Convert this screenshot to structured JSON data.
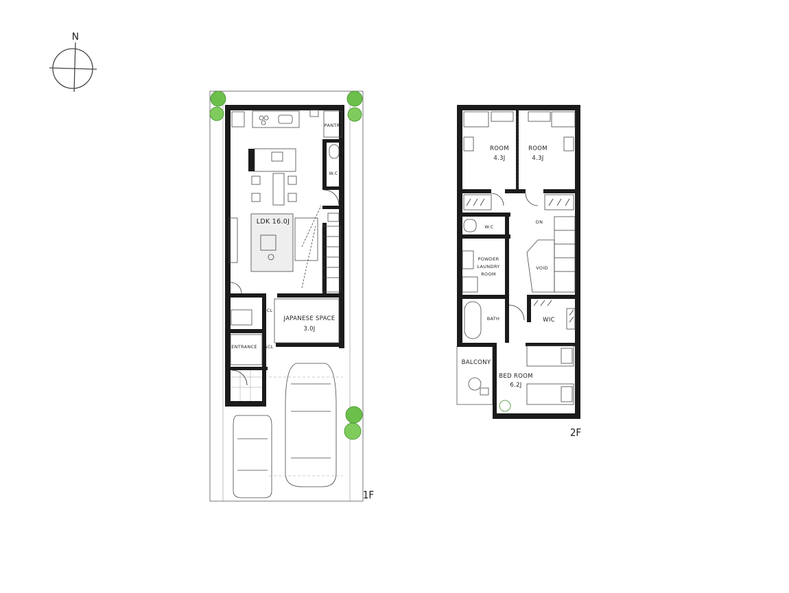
{
  "compass": {
    "north_label": "N"
  },
  "floor1": {
    "floor_label": "1F",
    "rooms": {
      "ldk": "LDK 16.0J",
      "pantry": "PANTRY",
      "wc": "W.C",
      "japanese_line1": "JAPANESE SPACE",
      "japanese_line2": "3.0J",
      "cl": "CL",
      "entrance": "ENTRANCE",
      "scl": "SCL"
    }
  },
  "floor2": {
    "floor_label": "2F",
    "rooms": {
      "room_left_name": "ROOM",
      "room_left_size": "4.3J",
      "room_right_name": "ROOM",
      "room_right_size": "4.3J",
      "wc": "W.C",
      "dn": "DN",
      "powder_line1": "POWDER",
      "powder_line2": "LAUNDRY",
      "powder_line3": "ROOM",
      "void": "VOID",
      "bath": "BATH",
      "wic": "WIC",
      "balcony": "BALCONY",
      "bedroom_name": "BED ROOM",
      "bedroom_size": "6.2J"
    }
  }
}
